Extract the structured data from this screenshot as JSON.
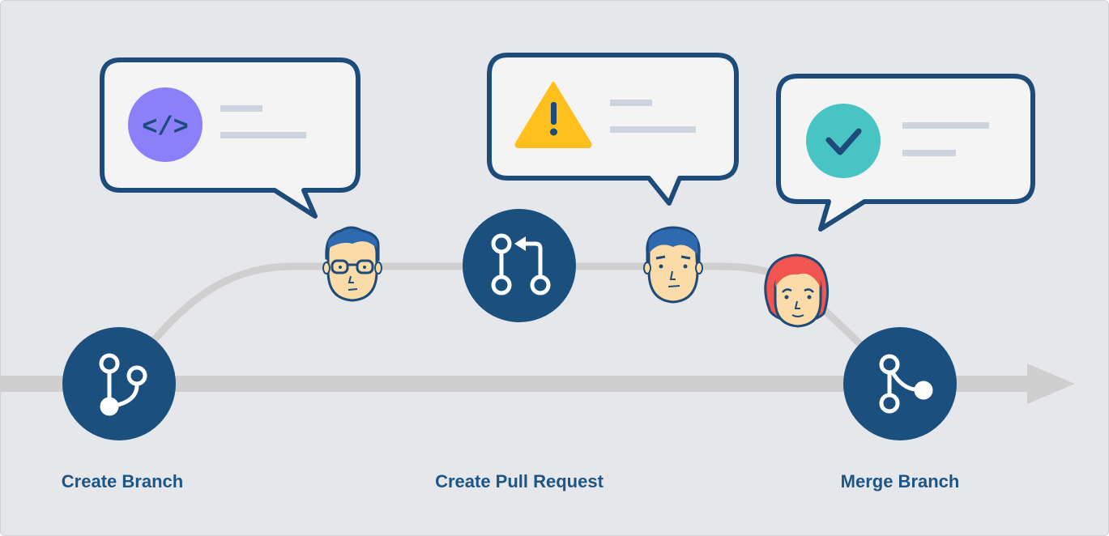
{
  "steps": [
    {
      "label": "Create Branch",
      "icon": "branch-icon"
    },
    {
      "label": "Create Pull Request",
      "icon": "pull-request-icon"
    },
    {
      "label": "Merge Branch",
      "icon": "merge-icon"
    }
  ],
  "bubbles": [
    {
      "icon": "code-icon",
      "icon_text": "</>",
      "color": "#8b80f9"
    },
    {
      "icon": "warning-icon",
      "color": "#ffc01e"
    },
    {
      "icon": "check-icon",
      "color": "#48c4c4"
    }
  ],
  "colors": {
    "background": "#e6e7ea",
    "node": "#1a4f7e",
    "bubble_border": "#1d4b7a",
    "bubble_fill": "#f4f4f5",
    "track": "#cfcfcf",
    "label": "#1d5585"
  }
}
